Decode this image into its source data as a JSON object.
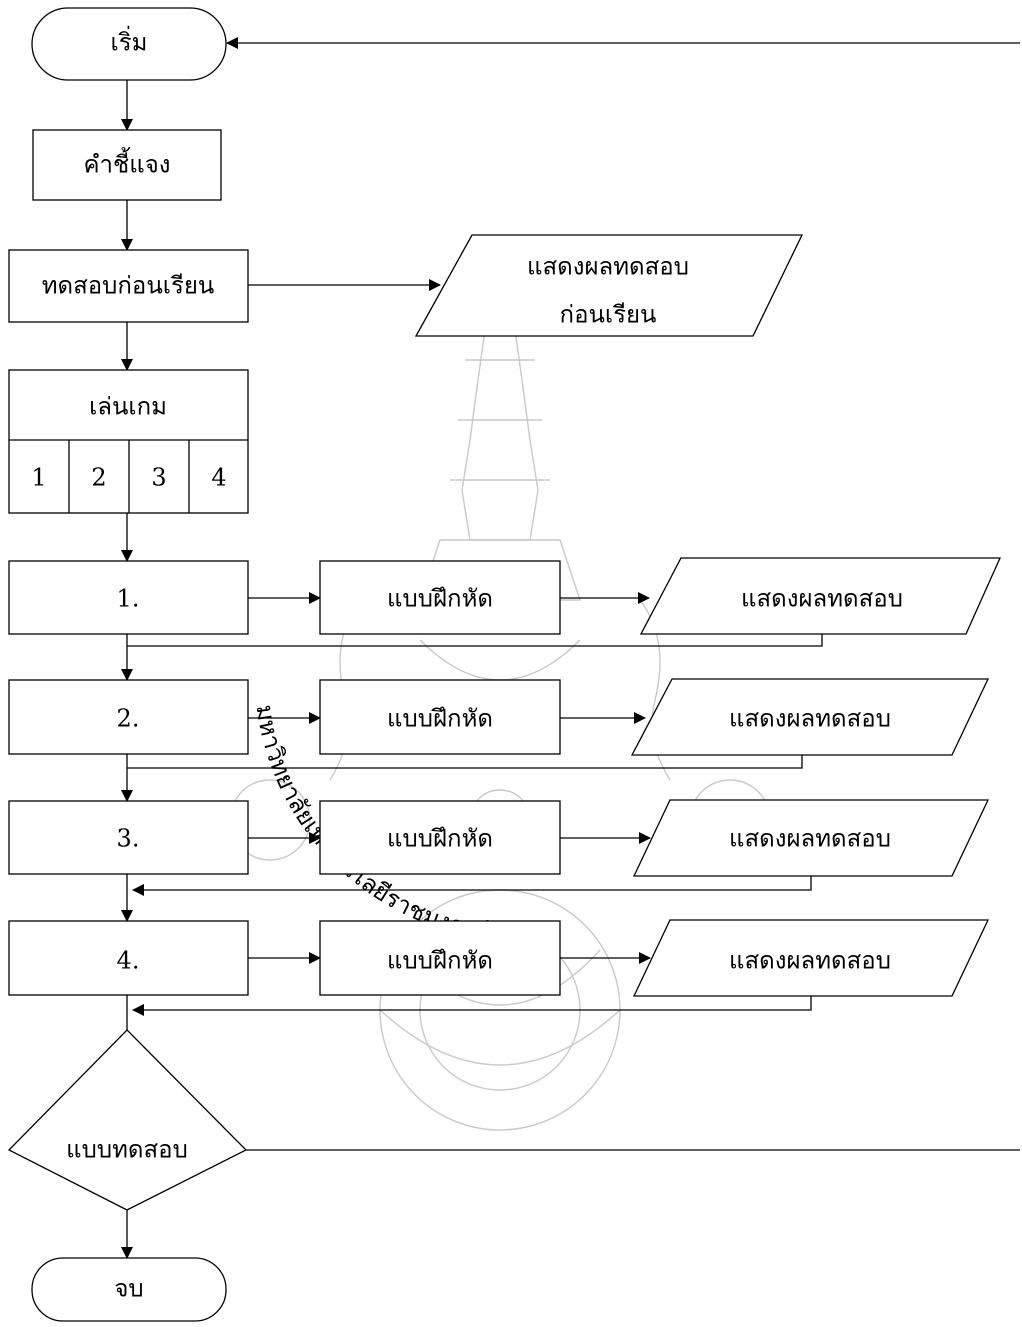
{
  "nodes": {
    "start": "เริ่ม",
    "instructions": "คำชี้แจง",
    "pretest": "ทดสอบก่อนเรียน",
    "pretest_result_line1": "แสดงผลทดสอบ",
    "pretest_result_line2": "ก่อนเรียน",
    "game": "เล่นเกม",
    "game_options": [
      "1",
      "2",
      "3",
      "4"
    ],
    "levels": [
      {
        "label": "1.",
        "exercise": "แบบฝึกหัด",
        "result": "แสดงผลทดสอบ"
      },
      {
        "label": "2.",
        "exercise": "แบบฝึกหัด",
        "result": "แสดงผลทดสอบ"
      },
      {
        "label": "3.",
        "exercise": "แบบฝึกหัด",
        "result": "แสดงผลทดสอบ"
      },
      {
        "label": "4.",
        "exercise": "แบบฝึกหัด",
        "result": "แสดงผลทดสอบ"
      }
    ],
    "test": "แบบทดสอบ",
    "end": "จบ"
  },
  "watermark": {
    "text": "มหาวิทยาลัยเทคโนโลยีราชมงคลธัญบุรี",
    "color": "#c9c9c9"
  }
}
